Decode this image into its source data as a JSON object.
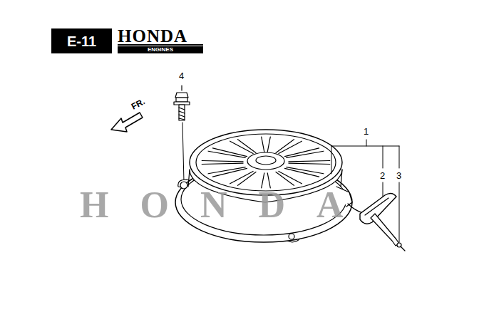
{
  "diagram": {
    "nodes": [
      {
        "text": [
          "E-11"
        ]
      },
      {
        "text": [
          "ENGINES"
        ]
      }
    ],
    "labels": [
      "HONDA",
      "FR.",
      "4",
      "1",
      "2",
      "3",
      "HONDA"
    ]
  }
}
